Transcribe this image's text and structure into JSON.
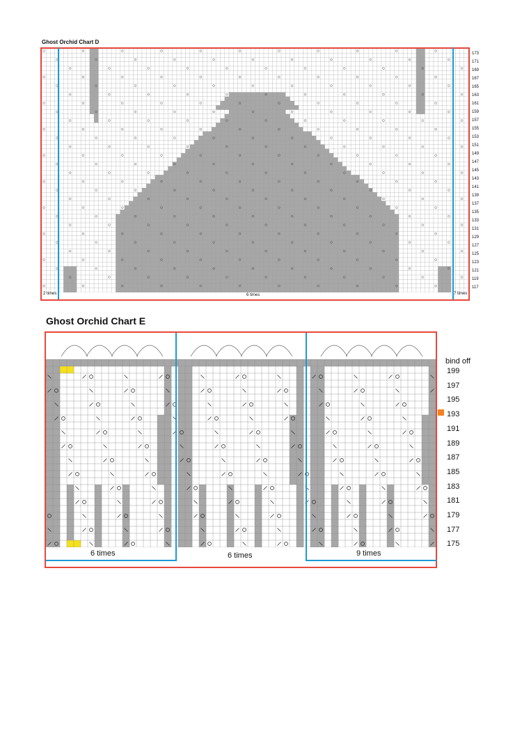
{
  "chart_d": {
    "title": "Ghost Orchid Chart D",
    "rows": [
      "173",
      "171",
      "169",
      "167",
      "165",
      "163",
      "161",
      "159",
      "157",
      "155",
      "153",
      "151",
      "149",
      "147",
      "145",
      "143",
      "141",
      "139",
      "137",
      "135",
      "133",
      "131",
      "129",
      "127",
      "125",
      "123",
      "121",
      "119",
      "117"
    ],
    "repeats": {
      "left": "2 times",
      "center": "6 times",
      "right": "7 times"
    }
  },
  "chart_e": {
    "title": "Ghost Orchid Chart E",
    "bind_off_label": "bind off",
    "rows": [
      "199",
      "197",
      "195",
      "193",
      "191",
      "189",
      "187",
      "185",
      "183",
      "181",
      "179",
      "177",
      "175"
    ],
    "repeats": [
      "6 times",
      "6 times",
      "9 times"
    ],
    "accent_colors": {
      "frame": "#e8473a",
      "repeat_lines": "#1a9ad6",
      "highlight": "#f5e11c",
      "marker": "#f58220",
      "shade": "#a7a7a7"
    }
  }
}
